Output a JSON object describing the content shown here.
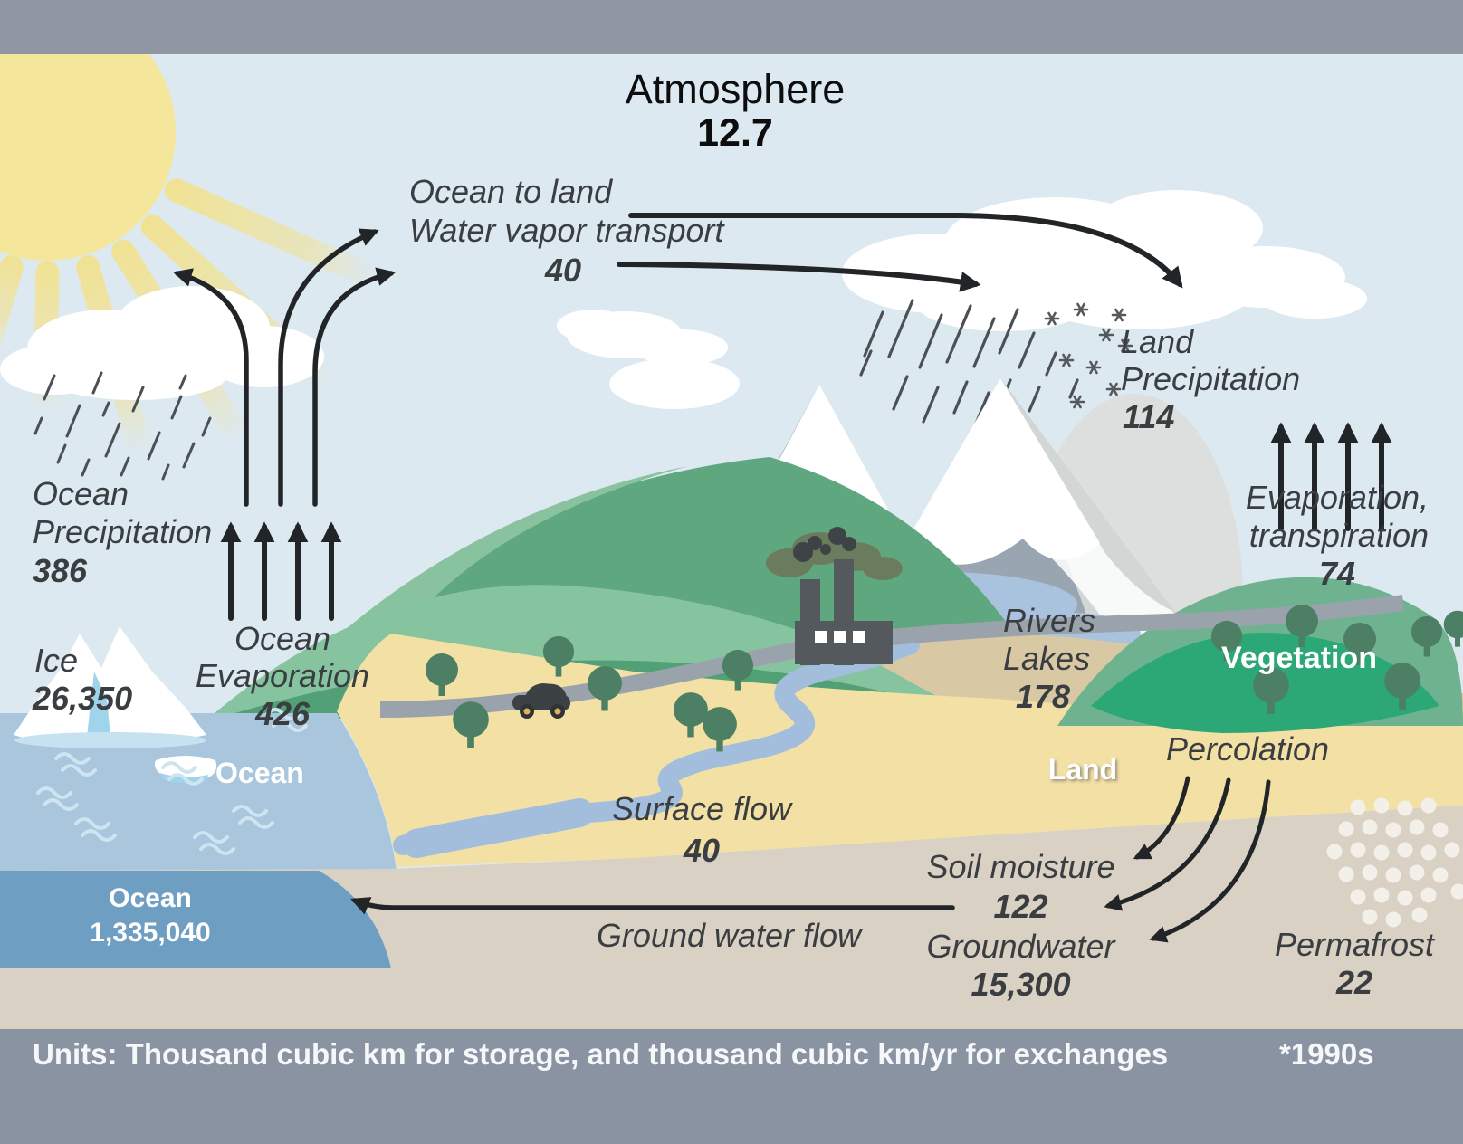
{
  "diagram": {
    "atmosphere": {
      "label": "Atmosphere",
      "value": "12.7"
    },
    "ocean_to_land": {
      "line1": "Ocean to land",
      "line2": "Water vapor transport",
      "value": "40"
    },
    "ocean_precipitation": {
      "line1": "Ocean",
      "line2": "Precipitation",
      "value": "386"
    },
    "ocean_evaporation": {
      "line1": "Ocean",
      "line2": "Evaporation",
      "value": "426"
    },
    "ice": {
      "label": "Ice",
      "value": "26,350"
    },
    "ocean_surface": {
      "label": "Ocean"
    },
    "ocean_storage": {
      "line1": "Ocean",
      "value": "1,335,040"
    },
    "land_precipitation": {
      "line1": "Land",
      "line2": "Precipitation",
      "value": "114"
    },
    "evapotranspiration": {
      "line1": "Evaporation,",
      "line2": "transpiration",
      "value": "74"
    },
    "rivers_lakes": {
      "line1": "Rivers",
      "line2": "Lakes",
      "value": "178"
    },
    "vegetation": {
      "label": "Vegetation"
    },
    "land": {
      "label": "Land"
    },
    "percolation": {
      "label": "Percolation"
    },
    "surface_flow": {
      "label": "Surface flow",
      "value": "40"
    },
    "soil_moisture": {
      "label": "Soil moisture",
      "value": "122"
    },
    "groundwater": {
      "label": "Groundwater",
      "value": "15,300"
    },
    "ground_water_flow": {
      "label": "Ground water flow"
    },
    "permafrost": {
      "label": "Permafrost",
      "value": "22"
    }
  },
  "footer": {
    "units": "Units: Thousand cubic km for storage, and thousand cubic km/yr for exchanges",
    "note": "*1990s"
  },
  "colors": {
    "frame_bar": "#9097a2",
    "sky": "#dde9f1",
    "sun": "#f4e79c",
    "ocean_surface": "#a9c6dc",
    "ocean_deep": "#6f9ec3",
    "sand": "#f2e0a5",
    "khaki": "#d8c9a4",
    "subsoil": "#d9d1c3",
    "hill_green": "#5fa87f",
    "vegetation_green": "#2ca877",
    "mountain": "#9aa5b2",
    "tree": "#4c7f63",
    "arrow": "#222527",
    "text_dark": "#3a3e41",
    "text_white": "#ffffff"
  }
}
